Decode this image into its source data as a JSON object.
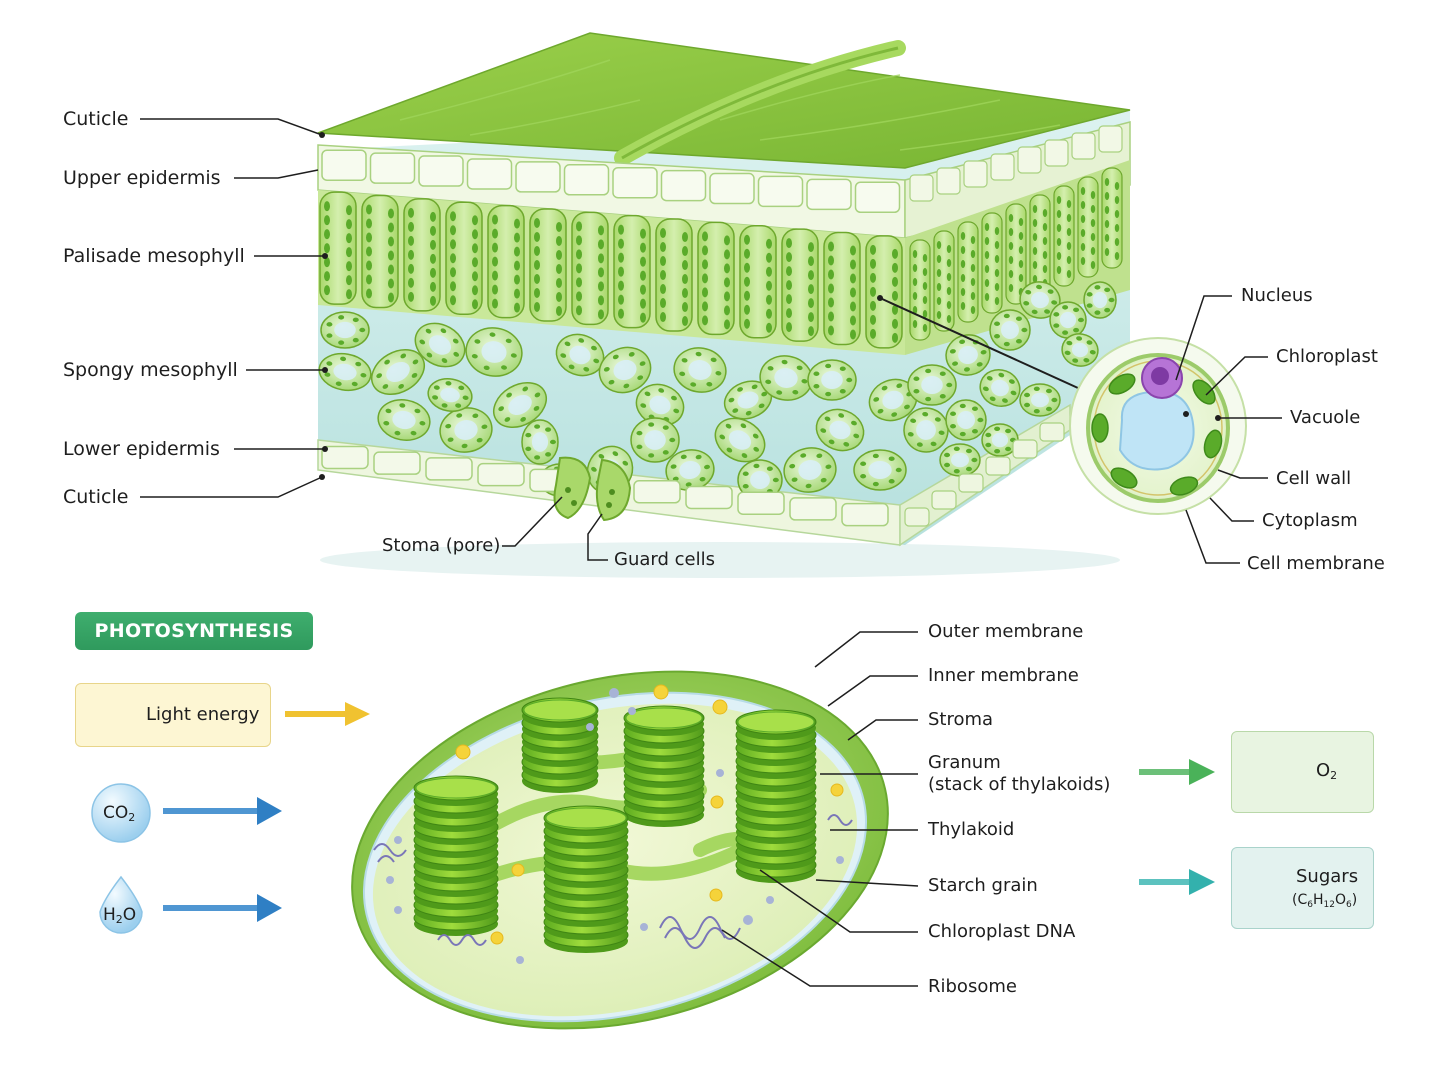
{
  "leaf_labels": {
    "cuticle_top": "Cuticle",
    "upper_epidermis": "Upper epidermis",
    "palisade": "Palisade mesophyll",
    "spongy": "Spongy mesophyll",
    "lower_epidermis": "Lower epidermis",
    "cuticle_bottom": "Cuticle",
    "stoma": "Stoma (pore)",
    "guard_cells": "Guard cells"
  },
  "cell_labels": {
    "nucleus": "Nucleus",
    "chloroplast": "Chloroplast",
    "vacuole": "Vacuole",
    "cell_wall": "Cell wall",
    "cytoplasm": "Cytoplasm",
    "cell_membrane": "Cell membrane"
  },
  "photosynthesis": {
    "title": "PHOTOSYNTHESIS",
    "inputs": {
      "light": "Light energy",
      "co2_main": "CO",
      "co2_sub": "2",
      "h2o_h": "H",
      "h2o_sub": "2",
      "h2o_o": "O"
    },
    "outputs": {
      "o2_main": "O",
      "o2_sub": "2",
      "sugars": "Sugars",
      "sugars_formula": {
        "p1": "(C",
        "s1": "6",
        "p2": "H",
        "s2": "12",
        "p3": "O",
        "s3": "6",
        "p4": ")"
      }
    }
  },
  "chloroplast_labels": {
    "outer_membrane": "Outer membrane",
    "inner_membrane": "Inner membrane",
    "stroma": "Stroma",
    "granum_line1": "Granum",
    "granum_line2": "(stack of thylakoids)",
    "thylakoid": "Thylakoid",
    "starch": "Starch grain",
    "dna": "Chloroplast DNA",
    "ribosome": "Ribosome"
  },
  "colors": {
    "leaf_green": "#8cc43e",
    "cell_green": "#b9e07a",
    "chloroplast_green": "#5aab2a",
    "vacuole_blue": "#bfe4f6",
    "nucleus_purple": "#a157c4",
    "badge_green": "#35a364",
    "arrow_yellow": "#f0c230",
    "arrow_blue": "#2f7fc4",
    "arrow_green": "#4ab259",
    "arrow_teal": "#33b1ad"
  }
}
